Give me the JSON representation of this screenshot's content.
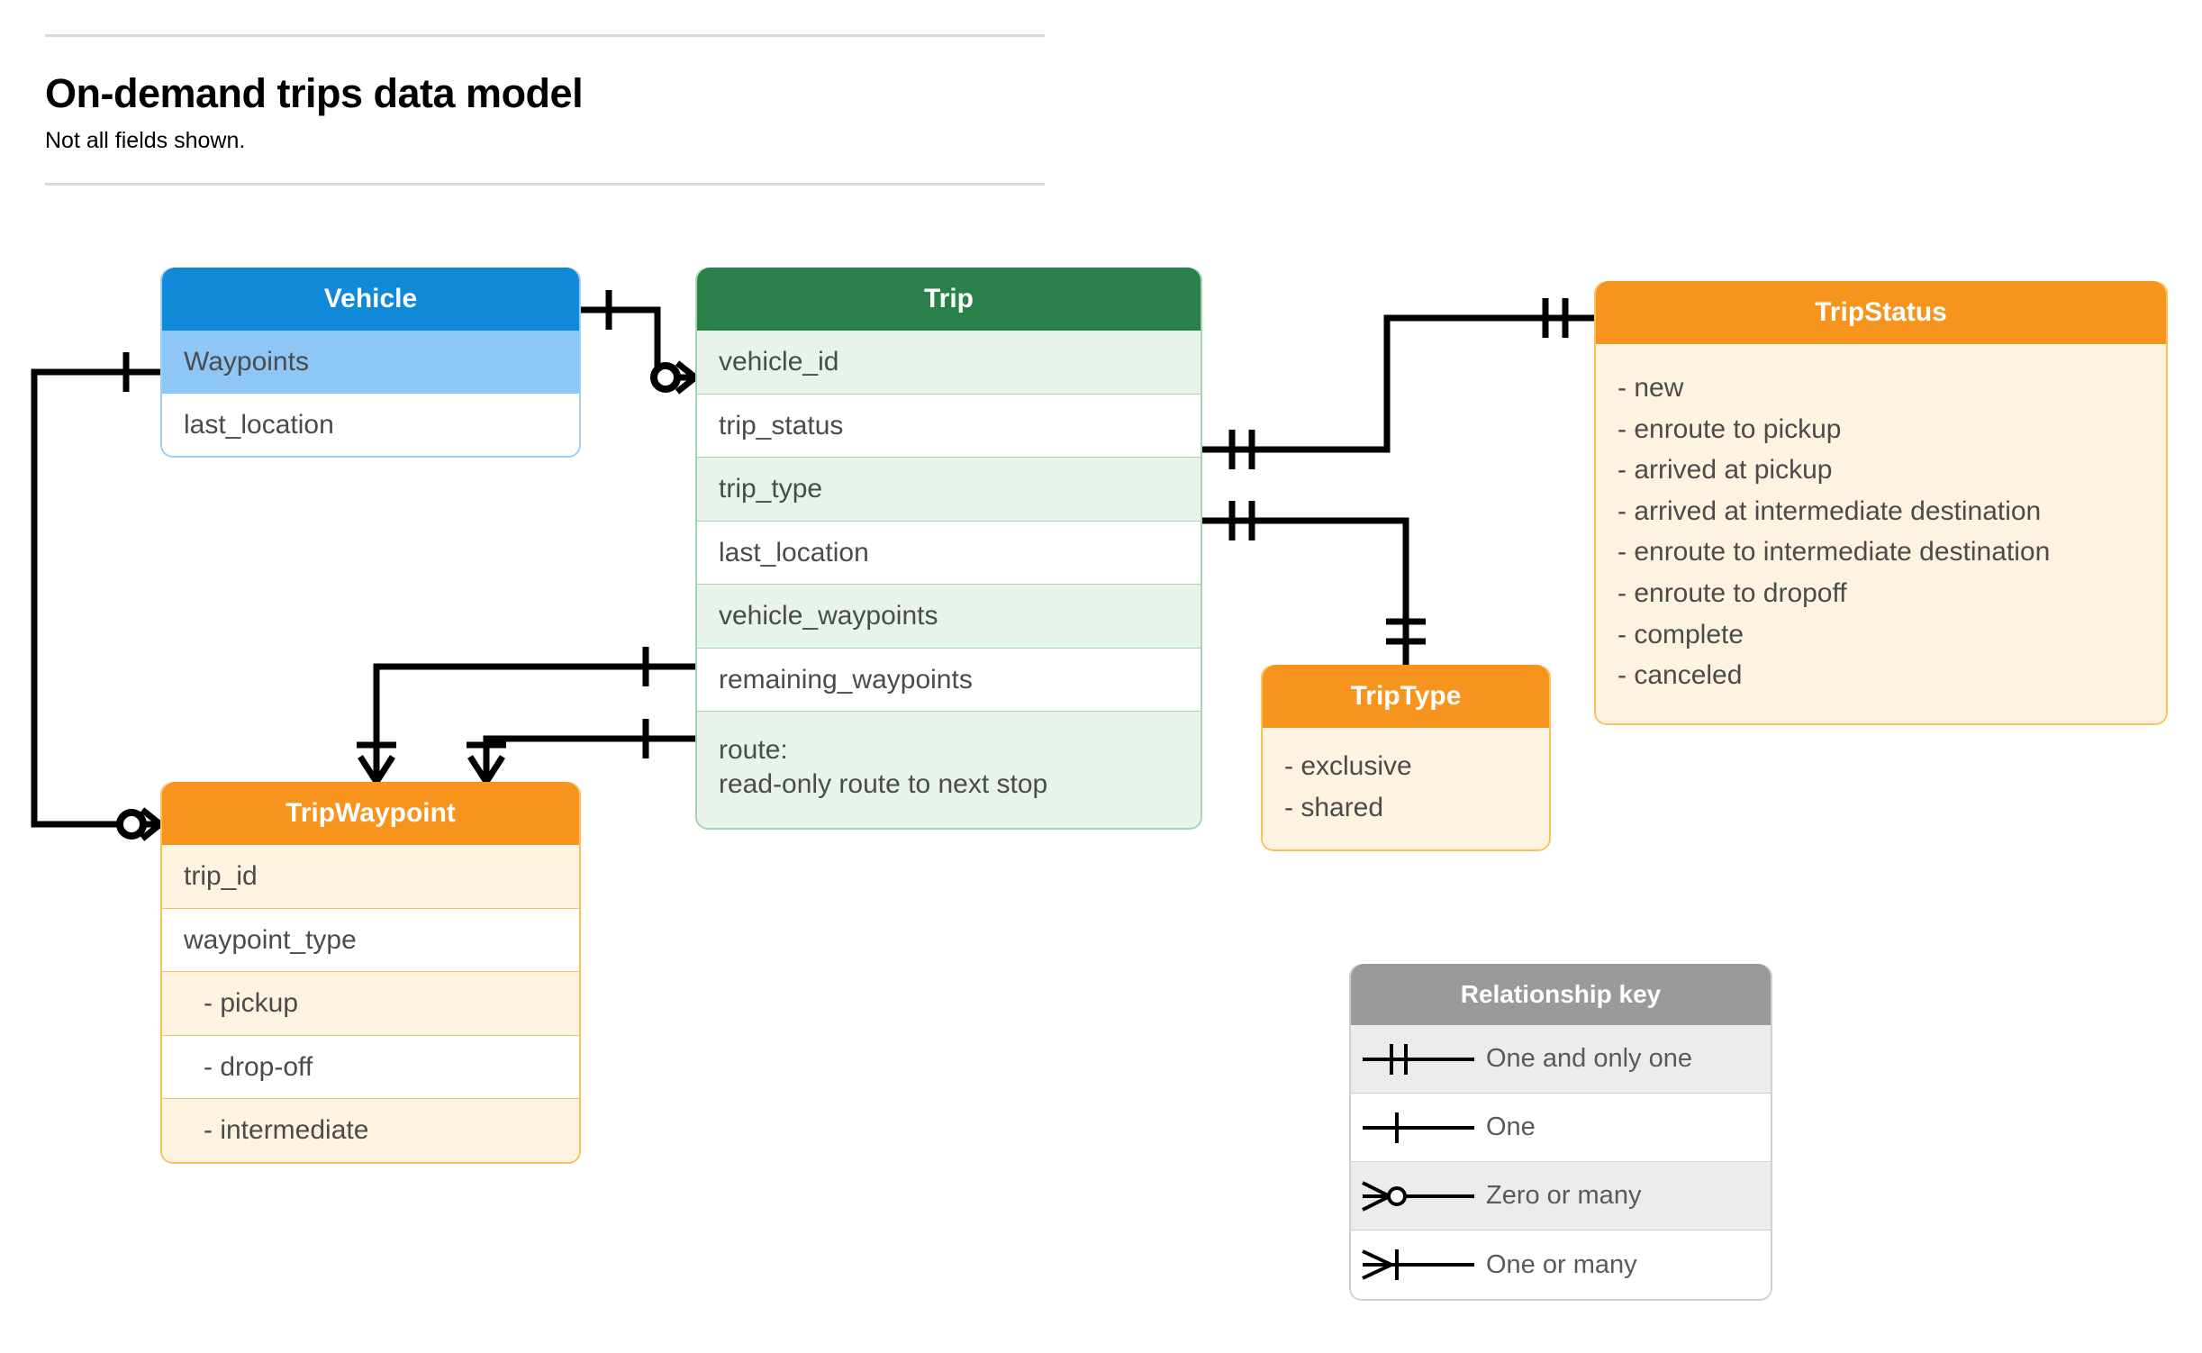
{
  "header": {
    "title": "On-demand trips data model",
    "subtitle": "Not all fields shown."
  },
  "entities": {
    "vehicle": {
      "name": "Vehicle",
      "header_color": "#1189d9",
      "fields": [
        {
          "label": "Waypoints"
        },
        {
          "label": "last_location"
        }
      ]
    },
    "trip": {
      "name": "Trip",
      "header_color": "#2a8049",
      "fields": [
        {
          "label": "vehicle_id"
        },
        {
          "label": "trip_status"
        },
        {
          "label": "trip_type"
        },
        {
          "label": "last_location"
        },
        {
          "label": "vehicle_waypoints"
        },
        {
          "label": "remaining_waypoints"
        },
        {
          "label": "route:\nread-only route to next stop"
        }
      ]
    },
    "tripstatus": {
      "name": "TripStatus",
      "header_color": "#f7941e",
      "values": [
        "- new",
        "- enroute to pickup",
        "- arrived at pickup",
        "- arrived at intermediate destination",
        "- enroute to intermediate destination",
        "- enroute to dropoff",
        "- complete",
        "- canceled"
      ]
    },
    "triptype": {
      "name": "TripType",
      "header_color": "#f7941e",
      "values": [
        "- exclusive",
        "- shared"
      ]
    },
    "tripwaypoint": {
      "name": "TripWaypoint",
      "header_color": "#f7941e",
      "fields": [
        {
          "label": "trip_id",
          "indent": false
        },
        {
          "label": "waypoint_type",
          "indent": false
        },
        {
          "label": "-  pickup",
          "indent": true
        },
        {
          "label": "-  drop-off",
          "indent": true
        },
        {
          "label": "-  intermediate",
          "indent": true
        }
      ]
    }
  },
  "legend": {
    "title": "Relationship key",
    "rows": [
      {
        "symbol": "one-and-only-one-icon",
        "label": "One and only one"
      },
      {
        "symbol": "one-icon",
        "label": "One"
      },
      {
        "symbol": "zero-or-many-icon",
        "label": "Zero or many"
      },
      {
        "symbol": "one-or-many-icon",
        "label": "One or many"
      }
    ]
  },
  "relationships": [
    {
      "from": "Vehicle",
      "from_cardinality": "One",
      "to": "Trip.vehicle_id",
      "to_cardinality": "Zero or many"
    },
    {
      "from": "Trip.trip_status",
      "from_cardinality": "One and only one",
      "to": "TripStatus",
      "to_cardinality": "One and only one"
    },
    {
      "from": "Trip.trip_type",
      "from_cardinality": "One and only one",
      "to": "TripType",
      "to_cardinality": "One and only one"
    },
    {
      "from": "Trip.vehicle_waypoints",
      "from_cardinality": "One",
      "to": "TripWaypoint",
      "to_cardinality": "One or many"
    },
    {
      "from": "Trip.remaining_waypoints",
      "from_cardinality": "One",
      "to": "TripWaypoint",
      "to_cardinality": "One or many"
    },
    {
      "from": "Vehicle.Waypoints",
      "from_cardinality": "One",
      "to": "TripWaypoint",
      "to_cardinality": "Zero or many"
    }
  ],
  "colors": {
    "blue": "#1189d9",
    "blue_light": "#8ec6f5",
    "green": "#2a8049",
    "green_light": "#e8f3ea",
    "orange": "#f7941e",
    "cream": "#fdf3e0",
    "gray": "#9a9a9a",
    "line": "#000000"
  }
}
